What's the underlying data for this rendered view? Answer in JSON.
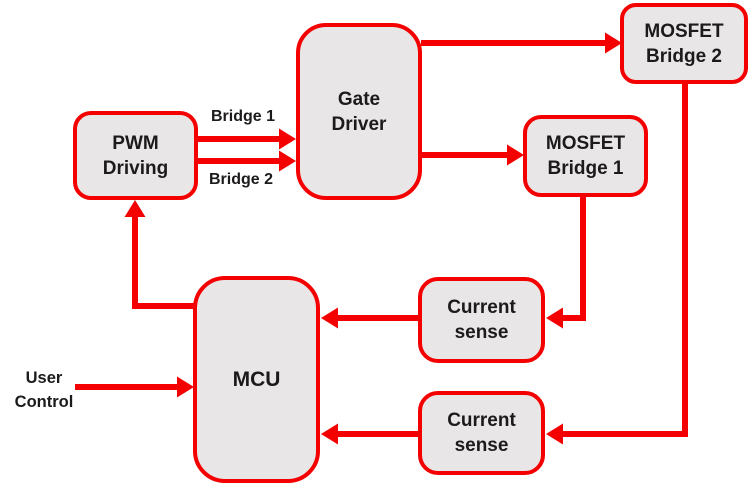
{
  "colors": {
    "accent": "#f40000",
    "node_fill": "#e8e6e6",
    "text": "#1c1a1b",
    "background": "#ffffff"
  },
  "nodes": {
    "pwm_driving": {
      "line1": "PWM",
      "line2": "Driving"
    },
    "gate_driver": {
      "line1": "Gate",
      "line2": "Driver"
    },
    "mosfet_bridge_2": {
      "line1": "MOSFET",
      "line2": "Bridge 2"
    },
    "mosfet_bridge_1": {
      "line1": "MOSFET",
      "line2": "Bridge 1"
    },
    "current_sense_1": {
      "line1": "Current",
      "line2": "sense"
    },
    "current_sense_2": {
      "line1": "Current",
      "line2": "sense"
    },
    "mcu": {
      "line1": "MCU"
    }
  },
  "edge_labels": {
    "bridge_1": "Bridge 1",
    "bridge_2": "Bridge 2"
  },
  "input_label": {
    "line1": "User",
    "line2": "Control"
  },
  "connections": [
    {
      "from": "PWM Driving",
      "to": "Gate Driver",
      "label": "Bridge 1"
    },
    {
      "from": "PWM Driving",
      "to": "Gate Driver",
      "label": "Bridge 2"
    },
    {
      "from": "Gate Driver",
      "to": "MOSFET Bridge 2",
      "label": ""
    },
    {
      "from": "Gate Driver",
      "to": "MOSFET Bridge 1",
      "label": ""
    },
    {
      "from": "MOSFET Bridge 1",
      "to": "Current sense 1",
      "label": ""
    },
    {
      "from": "MOSFET Bridge 2",
      "to": "Current sense 2",
      "label": ""
    },
    {
      "from": "Current sense 1",
      "to": "MCU",
      "label": ""
    },
    {
      "from": "Current sense 2",
      "to": "MCU",
      "label": ""
    },
    {
      "from": "MCU",
      "to": "PWM Driving",
      "label": ""
    },
    {
      "from": "User Control",
      "to": "MCU",
      "label": ""
    }
  ]
}
